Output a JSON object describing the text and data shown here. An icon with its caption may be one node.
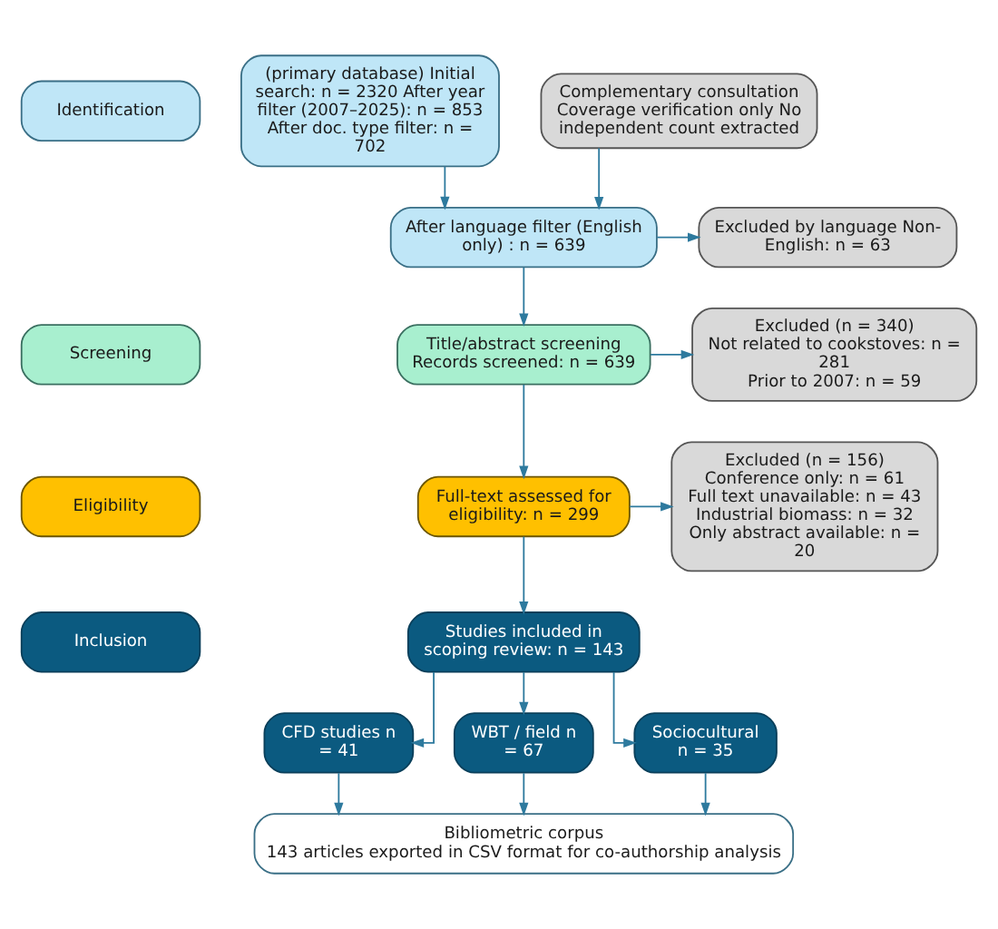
{
  "diagram": {
    "nodes": [
      {
        "text": [
          "Identification"
        ]
      },
      {
        "text": [
          "Screening"
        ]
      },
      {
        "text": [
          "Eligibility"
        ]
      },
      {
        "text": [
          "Inclusion"
        ]
      },
      {
        "text": [
          "(primary database) Initial search: n = 2320 After year filter (2007–2025): n = 853 After doc. type filter: n = 702"
        ]
      },
      {
        "text": [
          "Complementary consultation Coverage verification only No independent count extracted"
        ]
      },
      {
        "text": [
          "After language filter (English only) : n = 639"
        ]
      },
      {
        "text": [
          "Excluded by language Non-English: n = 63"
        ]
      },
      {
        "text": [
          "Title/abstract screening Records screened: n = 639"
        ]
      },
      {
        "text": [
          "Excluded (n = 340)",
          "Not related to cookstoves: n = 281",
          "Prior to 2007: n = 59"
        ]
      },
      {
        "text": [
          "Full-text assessed for eligibility: n = 299"
        ]
      },
      {
        "text": [
          "Excluded (n = 156)",
          "Conference only: n = 61",
          "Full text unavailable: n = 43",
          "Industrial biomass: n = 32",
          "Only abstract available: n = 20"
        ]
      },
      {
        "text": [
          "Studies included in scoping review: n = 143"
        ]
      },
      {
        "text": [
          "CFD studies n = 41"
        ]
      },
      {
        "text": [
          "WBT / field n = 67"
        ]
      },
      {
        "text": [
          "Sociocultural n = 35"
        ]
      },
      {
        "text": [
          "Bibliometric corpus",
          "143 articles exported in CSV format for co-authorship analysis"
        ]
      }
    ],
    "edges": [
      {
        "from": 4,
        "to": 6,
        "arrow": "to"
      },
      {
        "from": 5,
        "to": 6,
        "arrow": "to"
      },
      {
        "from": 6,
        "to": 7,
        "arrow": "to"
      },
      {
        "from": 6,
        "to": 8,
        "arrow": "to"
      },
      {
        "from": 8,
        "to": 9,
        "arrow": "to"
      },
      {
        "from": 8,
        "to": 10,
        "arrow": "to"
      },
      {
        "from": 10,
        "to": 11,
        "arrow": "to"
      },
      {
        "from": 10,
        "to": 12,
        "arrow": "to"
      },
      {
        "from": 12,
        "to": 13,
        "arrow": "to"
      },
      {
        "from": 12,
        "to": 14,
        "arrow": "to"
      },
      {
        "from": 12,
        "to": 15,
        "arrow": "to"
      },
      {
        "from": 13,
        "to": 16,
        "arrow": "to"
      },
      {
        "from": 14,
        "to": 16,
        "arrow": "to"
      },
      {
        "from": 15,
        "to": 16,
        "arrow": "to"
      }
    ]
  }
}
